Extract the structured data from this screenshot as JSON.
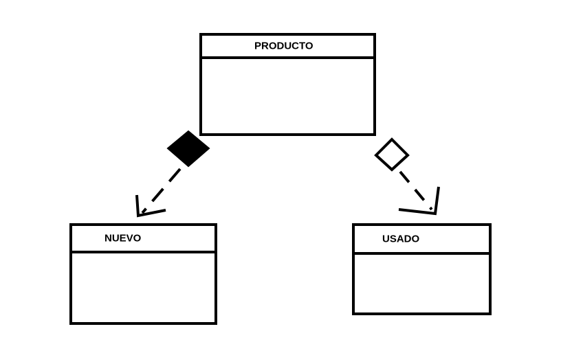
{
  "classes": {
    "producto": {
      "name": "PRODUCTO"
    },
    "nuevo": {
      "name": "NUEVO"
    },
    "usado": {
      "name": "USADO"
    }
  },
  "relations": [
    {
      "from": "PRODUCTO",
      "to": "NUEVO",
      "source_end": "filled-diamond",
      "line_style": "dashed",
      "target_end": "open-arrowhead"
    },
    {
      "from": "PRODUCTO",
      "to": "USADO",
      "source_end": "hollow-diamond",
      "line_style": "dashed",
      "target_end": "open-arrowhead"
    }
  ],
  "colors": {
    "stroke": "#000000",
    "background": "#ffffff"
  }
}
